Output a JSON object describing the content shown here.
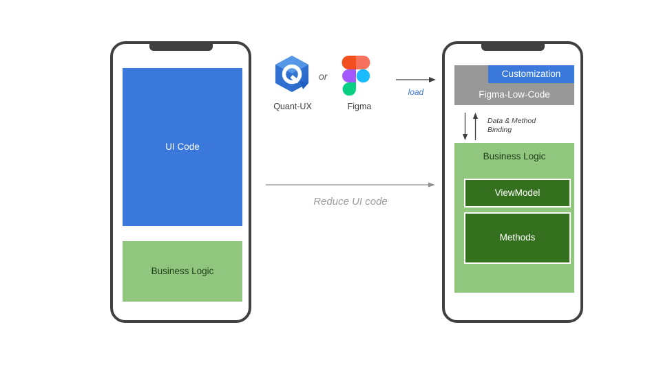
{
  "diagram": {
    "left_phone": {
      "name": "traditional-app-phone",
      "blocks": [
        {
          "label": "UI Code",
          "color": "#3b78db",
          "text_color": "#ffffff"
        },
        {
          "label": "Business Logic",
          "color": "#90c67e",
          "text_color": "#20401a"
        }
      ]
    },
    "middle": {
      "tools": [
        {
          "name": "Quant-UX",
          "icon": "quant-ux-logo-icon"
        },
        {
          "name": "Figma",
          "icon": "figma-logo-icon"
        }
      ],
      "or_label": "or",
      "load_label": "load",
      "load_color": "#3b78db",
      "reduce_label": "Reduce UI code",
      "reduce_color": "#9b9b9b"
    },
    "right_phone": {
      "name": "low-code-app-phone",
      "customization_label": "Customization",
      "customization_color": "#3b78db",
      "figma_lowcode_label": "Figma-Low-Code",
      "figma_lowcode_color": "#989898",
      "binding_label": "Data & Method\nBinding",
      "business_logic_label": "Business Logic",
      "business_logic_color": "#90c67e",
      "inner_blocks": [
        {
          "label": "ViewModel",
          "color": "#35701f",
          "text_color": "#ffffff"
        },
        {
          "label": "Methods",
          "color": "#35701f",
          "text_color": "#ffffff"
        }
      ]
    }
  }
}
